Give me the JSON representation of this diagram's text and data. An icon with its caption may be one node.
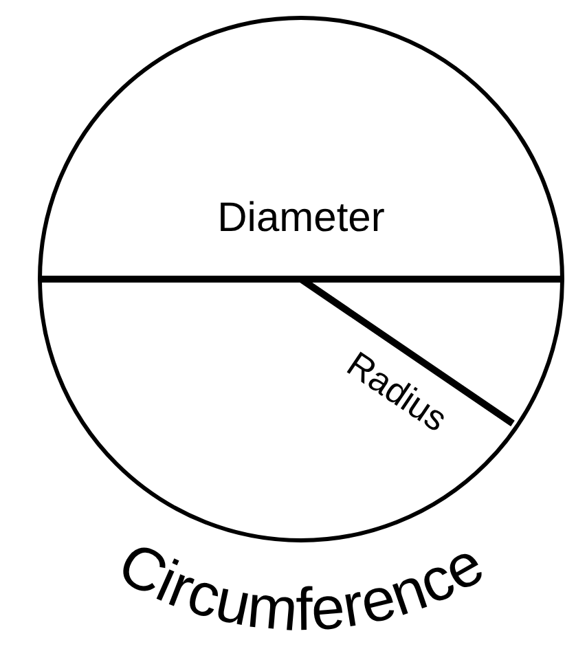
{
  "diagram": {
    "labels": [
      "Diameter",
      "Radius",
      "Circumference"
    ]
  }
}
